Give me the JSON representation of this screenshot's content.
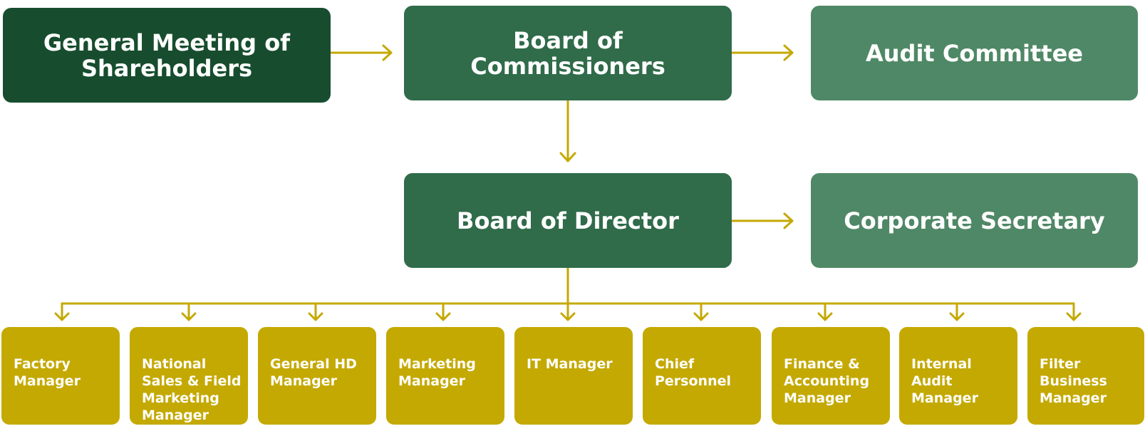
{
  "colors": {
    "connector": "#c4a902",
    "shareholders_box": "#174d2e",
    "board_box": "#306b4a",
    "side_box": "#4f8866",
    "manager_box": "#c4a902",
    "text": "#ffffff"
  },
  "nodes": {
    "shareholders": "General Meeting of\nShareholders",
    "commissioners": "Board of\nCommissioners",
    "audit_committee": "Audit Committee",
    "directors": "Board of Director",
    "corporate_secretary": "Corporate Secretary"
  },
  "managers": [
    "Factory\nManager",
    "National\nSales & Field\nMarketing\nManager",
    "General HD\nManager",
    "Marketing\nManager",
    "IT  Manager",
    "Chief\nPersonnel",
    "Finance &\nAccounting\nManager",
    "Internal\nAudit\nManager",
    "Filter\nBusiness\nManager"
  ],
  "edges": [
    [
      "shareholders",
      "commissioners"
    ],
    [
      "commissioners",
      "audit_committee"
    ],
    [
      "commissioners",
      "directors"
    ],
    [
      "directors",
      "corporate_secretary"
    ],
    [
      "directors",
      "managers"
    ]
  ]
}
